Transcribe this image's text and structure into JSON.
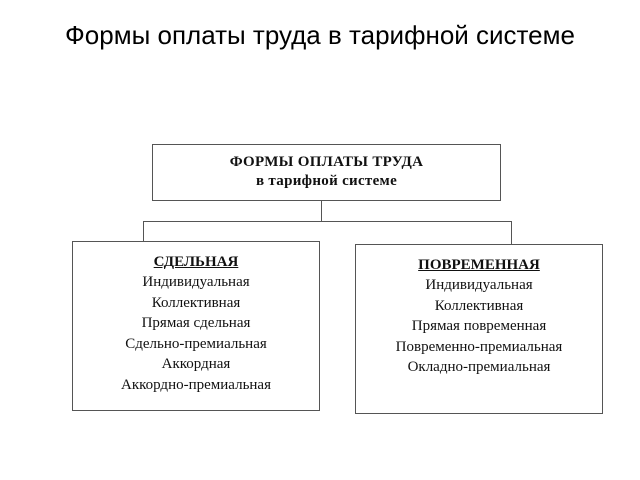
{
  "title": "Формы оплаты труда в тарифной системе",
  "diagram": {
    "root": {
      "line1": "ФОРМЫ ОПЛАТЫ ТРУДА",
      "line2": "в тарифной системе"
    },
    "branches": [
      {
        "heading": "СДЕЛЬНАЯ",
        "items": [
          "Индивидуальная",
          "Коллективная",
          "Прямая сдельная",
          "Сдельно-премиальная",
          "Аккордная",
          "Аккордно-премиальная"
        ]
      },
      {
        "heading": "ПОВРЕМЕННАЯ",
        "items": [
          "Индивидуальная",
          "Коллективная",
          "Прямая повременная",
          "Повременно-премиальная",
          "Окладно-премиальная"
        ]
      }
    ]
  }
}
